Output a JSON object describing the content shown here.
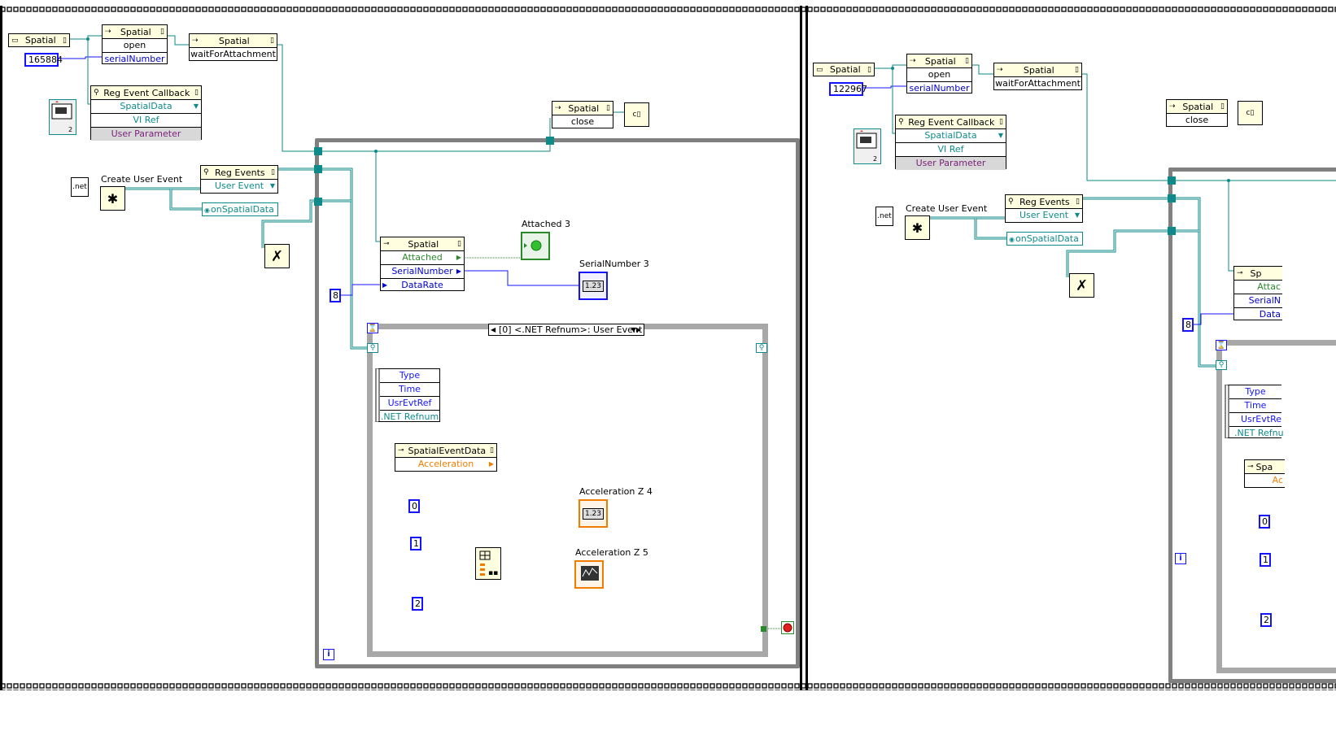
{
  "left_diagram": {
    "spatial_ref_constant": "Spatial",
    "serial_constant": "165884",
    "open_node": {
      "class": "Spatial",
      "method": "open",
      "param": "serialNumber"
    },
    "wait_node": {
      "class": "Spatial",
      "method": "waitForAttachment"
    },
    "reg_callback": {
      "title": "Reg Event Callback",
      "event": "SpatialData",
      "vi_ref": "VI Ref",
      "user_param": "User Parameter"
    },
    "create_user_event": "Create User Event",
    "net_label": ".net",
    "reg_events": {
      "title": "Reg Events",
      "row": "User Event"
    },
    "on_spatial_data": "onSpatialData",
    "close_node": {
      "class": "Spatial",
      "method": "close"
    },
    "property_node": {
      "class": "Spatial",
      "rows": [
        "Attached",
        "SerialNumber",
        "DataRate"
      ]
    },
    "datarate_constant": "8",
    "attached_label": "Attached 3",
    "serial_indicator_label": "SerialNumber 3",
    "serial_indicator_value": "1.23",
    "event_selector": "[0] <.NET Refnum>: User Event",
    "event_data_fields": [
      "Type",
      "Time",
      "UsrEvtRef",
      ".NET Refnum"
    ],
    "spatial_event_data": {
      "class": "SpatialEventData",
      "row": "Acceleration"
    },
    "index_constants": [
      "0",
      "1",
      "2"
    ],
    "accel_z4_label": "Acceleration Z 4",
    "accel_z4_value": "1.23",
    "accel_z5_label": "Acceleration Z 5",
    "loop_iter": "i"
  },
  "right_diagram": {
    "spatial_ref_constant": "Spatial",
    "serial_constant": "122967",
    "open_node": {
      "class": "Spatial",
      "method": "open",
      "param": "serialNumber"
    },
    "wait_node": {
      "class": "Spatial",
      "method": "waitForAttachment"
    },
    "reg_callback": {
      "title": "Reg Event Callback",
      "event": "SpatialData",
      "vi_ref": "VI Ref",
      "user_param": "User Parameter"
    },
    "create_user_event": "Create User Event",
    "net_label": ".net",
    "reg_events": {
      "title": "Reg Events",
      "row": "User Event"
    },
    "on_spatial_data": "onSpatialData",
    "close_node": {
      "class": "Spatial",
      "method": "close"
    },
    "property_node_partial": {
      "class": "Sp",
      "rows": [
        "Attac",
        "SerialN",
        "Data"
      ]
    },
    "datarate_constant": "8",
    "event_data_fields": [
      "Type",
      "Time",
      "UsrEvtRe",
      ".NET Refnu"
    ],
    "spatial_event_data_partial": {
      "class": "Spa",
      "row": "Ac"
    },
    "index_constants": [
      "0",
      "1",
      "2"
    ],
    "loop_iter": "i"
  },
  "colors": {
    "blue_wire": "#1414ff",
    "teal_wire": "#0e8a8a",
    "orange_wire": "#f07d00",
    "green_wire": "#2a8a2a",
    "node_header": "#ffffe0",
    "loop_border": "#808080"
  }
}
